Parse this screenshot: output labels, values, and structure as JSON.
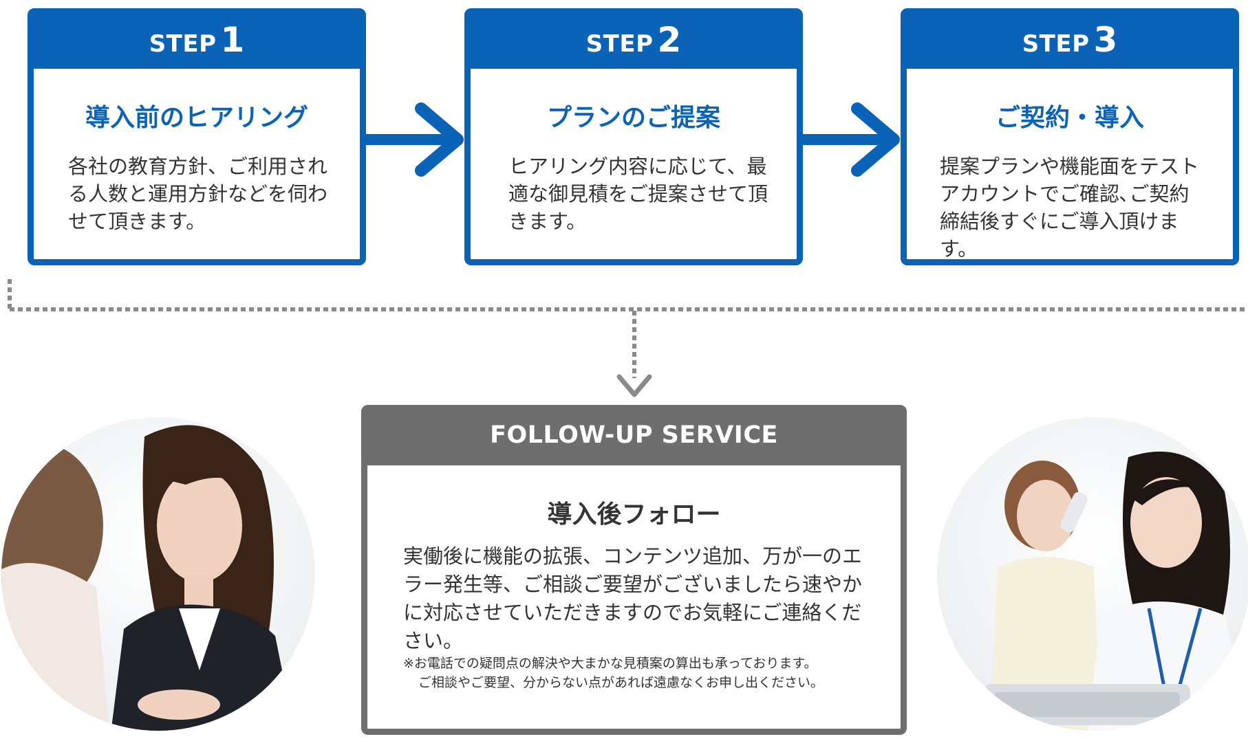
{
  "steps": [
    {
      "step_label": "STEP",
      "number": "1",
      "title": "導入前のヒアリング",
      "body": "各社の教育方針、ご利用される人数と運用方針などを伺わせて頂きます。"
    },
    {
      "step_label": "STEP",
      "number": "2",
      "title": "プランのご提案",
      "body": "ヒアリング内容に応じて、最適な御見積をご提案させて頂きます。"
    },
    {
      "step_label": "STEP",
      "number": "3",
      "title": "ご契約・導入",
      "body": "提案プランや機能面をテストアカウントでご確認､ご契約締結後すぐにご導入頂けます。"
    }
  ],
  "follow_up": {
    "header": "FOLLOW-UP SERVICE",
    "title": "導入後フォロー",
    "body": "実働後に機能の拡張、コンテンツ追加、万が一のエラー発生等、ご相談ご要望がございましたら速やかに対応させていただきますのでお気軽にご連絡ください。",
    "note_line1": "※お電話での疑問点の解決や大まかな見積案の算出も承っております。",
    "note_line2": "ご相談やご要望、分からない点があれば遠慮なくお申し出ください。"
  },
  "photos": {
    "left": "consultation-photo",
    "right": "call-center-photo"
  },
  "colors": {
    "step_blue": "#0a63b6",
    "follow_gray": "#6e6e6e",
    "dotted_gray": "#8a8a8a"
  }
}
